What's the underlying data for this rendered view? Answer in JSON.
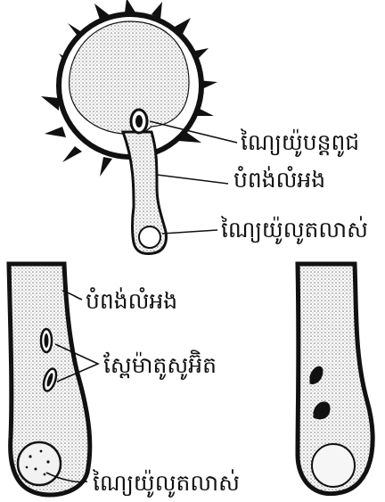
{
  "labels": {
    "generative_nucleus": "ណៃ្យយ៉ូបន្តពូជ",
    "pollen_tube_top": "បំពង់លំអង",
    "tube_nucleus_top": "ណៃ្យយ៉ូលូតលាស់",
    "pollen_tube_bottom": "បំពង់លំអង",
    "sperm_cells": "ស្ពែម៉ាតូសូអ៊ិត",
    "tube_nucleus_bottom": "ណៃ្យយ៉ូលូតលាស់"
  },
  "colors": {
    "ink": "#111111",
    "stipple": "#c9c9c9",
    "paper": "#ffffff"
  }
}
